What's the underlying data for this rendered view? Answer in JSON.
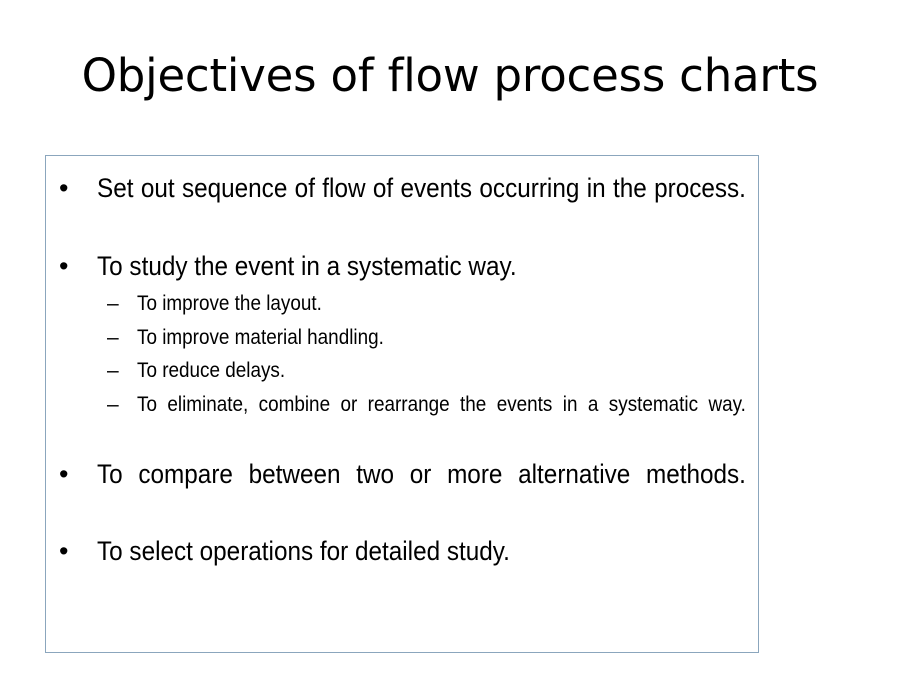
{
  "slide": {
    "title": "Objectives of flow process charts",
    "border_color": "#8ba6bd",
    "background_color": "#ffffff",
    "text_color": "#000000",
    "bullet_marker": "•",
    "sub_bullet_marker": "–",
    "content": [
      {
        "level": 1,
        "marker": "•",
        "text": "Set out sequence of flow of events occurring in the process."
      },
      {
        "level": 1,
        "marker": "•",
        "text": "To study the event in a systematic way."
      },
      {
        "level": 2,
        "marker": "–",
        "text": "To improve the layout."
      },
      {
        "level": 2,
        "marker": "–",
        "text": "To improve material handling."
      },
      {
        "level": 2,
        "marker": "–",
        "text": "To reduce delays."
      },
      {
        "level": 2,
        "marker": "–",
        "text": "To eliminate, combine or rearrange the events in a systematic way."
      },
      {
        "level": 1,
        "marker": "•",
        "text": "To compare between two or more alternative methods."
      },
      {
        "level": 1,
        "marker": "•",
        "text": "To select operations for detailed study."
      }
    ]
  }
}
